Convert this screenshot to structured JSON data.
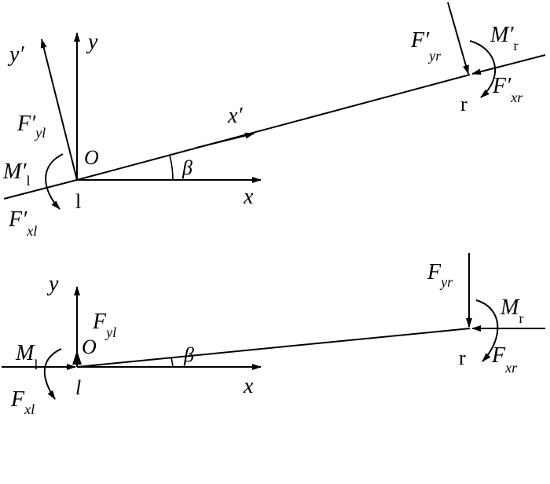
{
  "top": {
    "axis_y_prime": "y′",
    "axis_y": "y",
    "axis_x_prime": "x′",
    "axis_x": "x",
    "origin": "O",
    "angle": "β",
    "left_node": "l",
    "right_node": "r",
    "left_force_y": {
      "main": "F′",
      "sub": "yl"
    },
    "left_moment": {
      "main": "M′",
      "sub": "l"
    },
    "left_force_x": {
      "main": "F′",
      "sub": "xl"
    },
    "right_force_y": {
      "main": "F′",
      "sub": "yr"
    },
    "right_moment": {
      "main": "M′",
      "sub": "r"
    },
    "right_force_x": {
      "main": "F′",
      "sub": "xr"
    }
  },
  "bottom": {
    "axis_y": "y",
    "axis_x": "x",
    "origin": "O",
    "angle": "β",
    "left_node": "l",
    "right_node": "r",
    "left_force_y": {
      "main": "F",
      "sub": "yl"
    },
    "left_moment": {
      "main": "M",
      "sub": "l"
    },
    "left_force_x": {
      "main": "F",
      "sub": "xl"
    },
    "right_force_y": {
      "main": "F",
      "sub": "yr"
    },
    "right_moment": {
      "main": "M",
      "sub": "r"
    },
    "right_force_x": {
      "main": "F",
      "sub": "xr"
    }
  }
}
